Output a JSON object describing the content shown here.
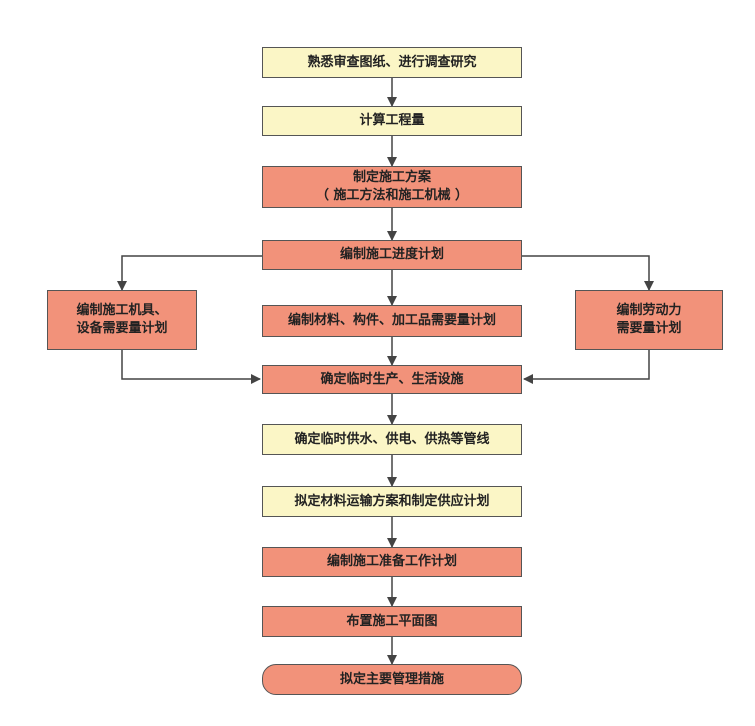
{
  "colors": {
    "yellow_fill": "#fbf6c6",
    "salmon_fill": "#f2927a",
    "border": "#555555",
    "arrow": "#444444"
  },
  "steps": {
    "s1": {
      "line1": "熟悉审查图纸、进行调查研究"
    },
    "s2": {
      "line1": "计算工程量"
    },
    "s3": {
      "line1": "制定施工方案",
      "line2": "（ 施工方法和施工机械 ）"
    },
    "s4": {
      "line1": "编制施工进度计划"
    },
    "s5_left": {
      "line1": "编制施工机具、",
      "line2": "设备需要量计划"
    },
    "s5_mid": {
      "line1": "编制材料、构件、加工品需要量计划"
    },
    "s5_right": {
      "line1": "编制劳动力",
      "line2": "需要量计划"
    },
    "s6": {
      "line1": "确定临时生产、生活设施"
    },
    "s7": {
      "line1": "确定临时供水、供电、供热等管线"
    },
    "s8": {
      "line1": "拟定材料运输方案和制定供应计划"
    },
    "s9": {
      "line1": "编制施工准备工作计划"
    },
    "s10": {
      "line1": "布置施工平面图"
    },
    "s11": {
      "line1": "拟定主要管理措施"
    }
  }
}
